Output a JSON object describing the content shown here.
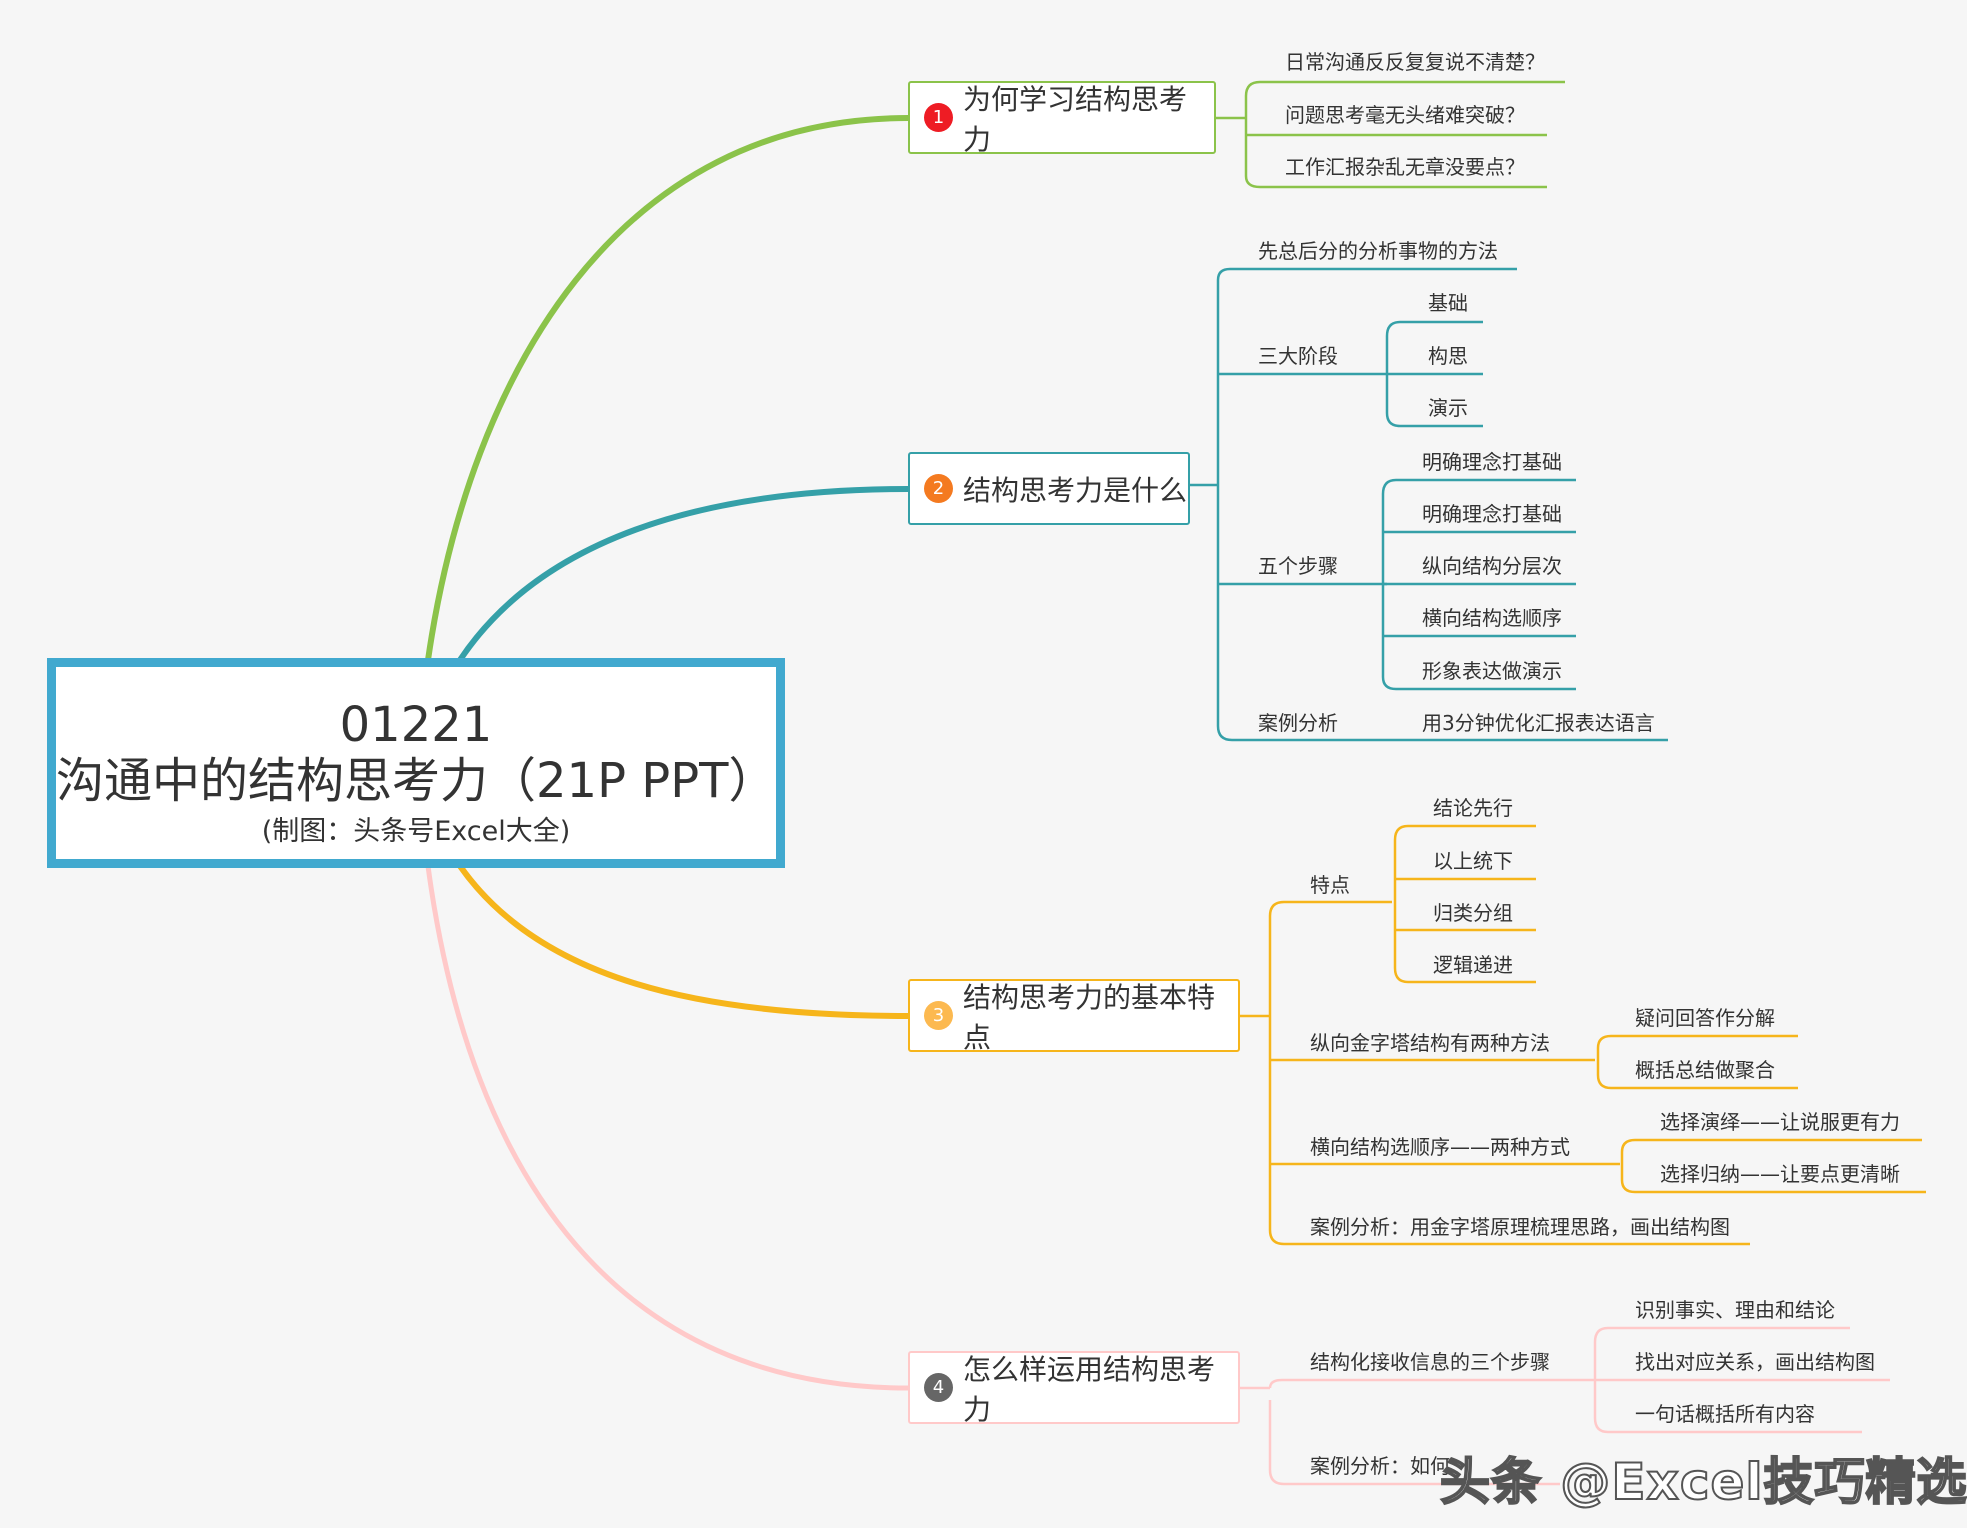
{
  "central": {
    "code": "01221",
    "title": "沟通中的结构思考力（21P PPT）",
    "credit": "(制图：头条号Excel大全)"
  },
  "colors": {
    "central": "#41a9cf",
    "branch1": "#8bc34a",
    "branch2": "#35a0a8",
    "branch3": "#f6b51b",
    "branch4": "#ffc9c9",
    "badge1": "#ee1c24",
    "badge2": "#f47a20",
    "badge3": "#fcb950",
    "badge4": "#666666"
  },
  "branches": [
    {
      "num": "1",
      "label": "为何学习结构思考力",
      "children": [
        {
          "label": "日常沟通反反复复说不清楚？"
        },
        {
          "label": "问题思考毫无头绪难突破？"
        },
        {
          "label": "工作汇报杂乱无章没要点？"
        }
      ]
    },
    {
      "num": "2",
      "label": "结构思考力是什么",
      "children": [
        {
          "label": "先总后分的分析事物的方法"
        },
        {
          "label": "三大阶段",
          "children": [
            "基础",
            "构思",
            "演示"
          ]
        },
        {
          "label": "五个步骤",
          "children": [
            "明确理念打基础",
            "明确理念打基础",
            "纵向结构分层次",
            "横向结构选顺序",
            "形象表达做演示"
          ]
        },
        {
          "label": "案例分析",
          "children": [
            "用3分钟优化汇报表达语言"
          ]
        }
      ]
    },
    {
      "num": "3",
      "label": "结构思考力的基本特点",
      "children": [
        {
          "label": "特点",
          "children": [
            "结论先行",
            "以上统下",
            "归类分组",
            "逻辑递进"
          ]
        },
        {
          "label": "纵向金字塔结构有两种方法",
          "children": [
            "疑问回答作分解",
            "概括总结做聚合"
          ]
        },
        {
          "label": "横向结构选顺序——两种方式",
          "children": [
            "选择演绎——让说服更有力",
            "选择归纳——让要点更清晰"
          ]
        },
        {
          "label": "案例分析：用金字塔原理梳理思路，画出结构图"
        }
      ]
    },
    {
      "num": "4",
      "label": "怎么样运用结构思考力",
      "children": [
        {
          "label": "结构化接收信息的三个步骤",
          "children": [
            "识别事实、理由和结论",
            "找出对应关系，画出结构图",
            "一句话概括所有内容"
          ]
        },
        {
          "label": "案例分析：如何"
        }
      ]
    }
  ],
  "watermark": "头条 @Excel技巧精选"
}
